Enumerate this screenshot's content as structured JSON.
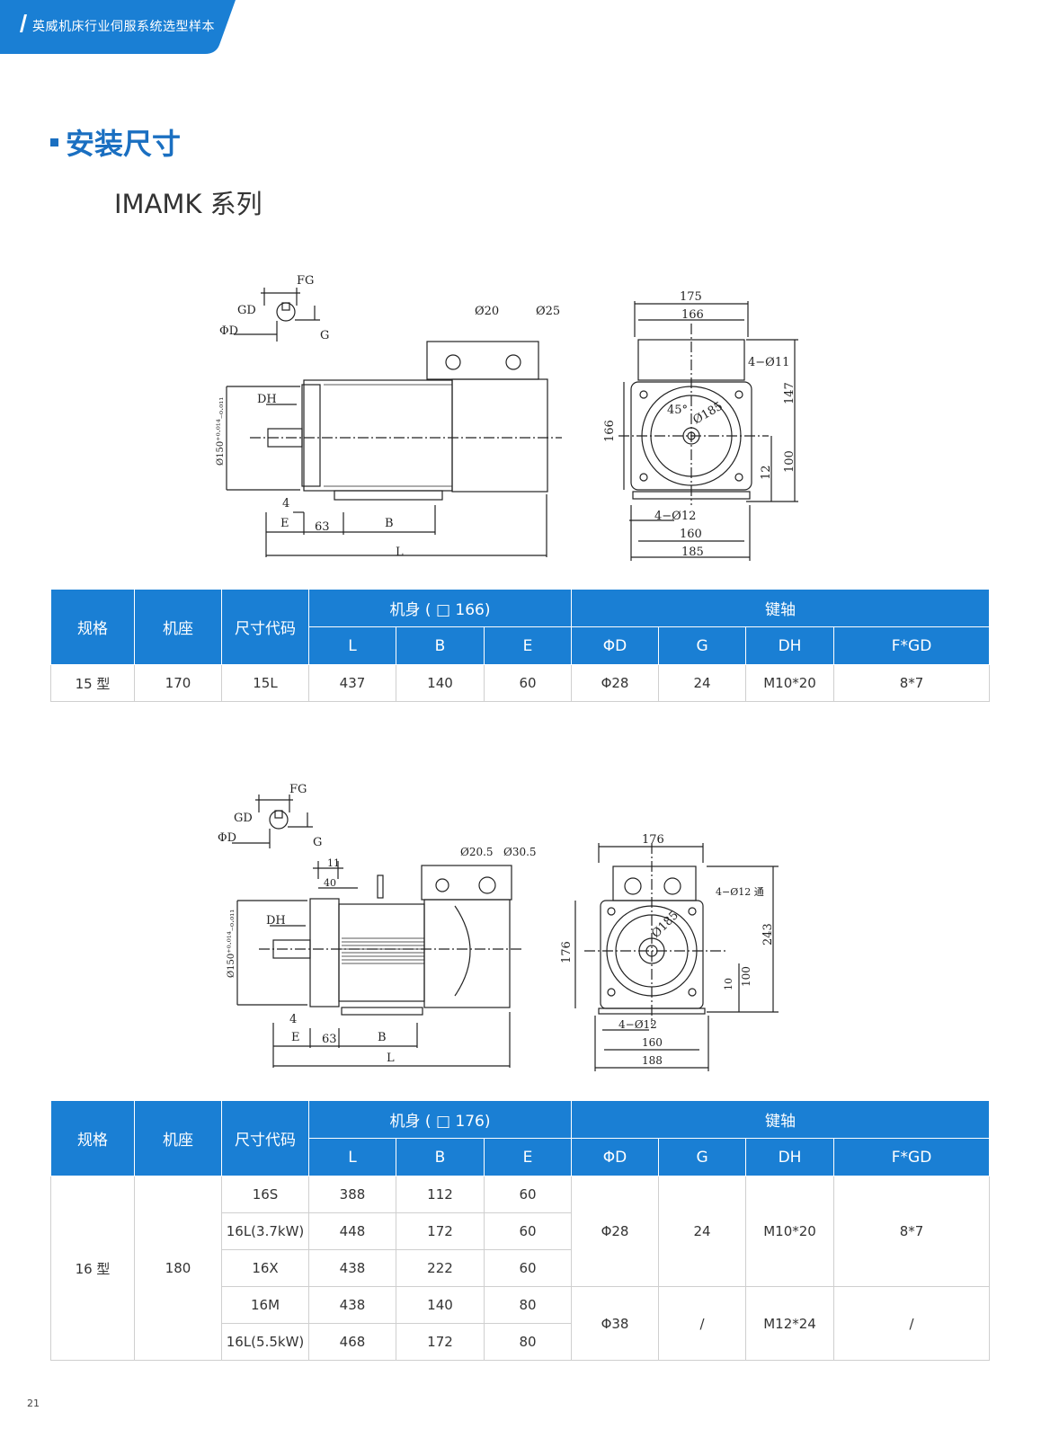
{
  "header": {
    "text": "英威机床行业伺服系统选型样本",
    "color": "#1a7fd4"
  },
  "section": {
    "title": "安装尺寸",
    "subtitle": "IMAMK 系列"
  },
  "drawing1": {
    "labels": {
      "fg": "FG",
      "gd": "GD",
      "d": "ΦD",
      "g": "G",
      "d20": "Ø20",
      "d25": "Ø25",
      "dh": "DH",
      "dia150": "Ø150⁺⁰·⁰¹⁴₋₀.₀₁₁",
      "four": "4",
      "e": "E",
      "b63": "63",
      "b": "B",
      "l": "L",
      "w175": "175",
      "w166": "166",
      "h4d11": "4−Ø11",
      "h147": "147",
      "angle45": "45°",
      "d185": "Ø185",
      "h166": "166",
      "h12": "12",
      "h100": "100",
      "b4d12": "4−Ø12",
      "w160": "160",
      "w185": "185"
    }
  },
  "drawing2": {
    "labels": {
      "fg": "FG",
      "gd": "GD",
      "d": "ΦD",
      "g": "G",
      "d205": "Ø20.5",
      "d305": "Ø30.5",
      "n11": "11",
      "n40": "40",
      "dh": "DH",
      "dia150": "Ø150⁺⁰·⁰¹⁴₋₀.₀₁₁",
      "four": "4",
      "e": "E",
      "b63": "63",
      "b": "B",
      "l": "L",
      "w176": "176",
      "h4d12": "4−Ø12 通",
      "h243": "243",
      "d185": "Ø185",
      "h176": "176",
      "h10": "10",
      "h100": "100",
      "b4d12": "4−Ø12",
      "w160": "160",
      "w188": "188"
    }
  },
  "table1": {
    "head": {
      "spec": "规格",
      "base": "机座",
      "code": "尺寸代码",
      "body": "机身 ( □ 166)",
      "shaft": "键轴",
      "L": "L",
      "B": "B",
      "E": "E",
      "phiD": "ΦD",
      "G": "G",
      "DH": "DH",
      "FGD": "F*GD"
    },
    "row": {
      "spec": "15 型",
      "base": "170",
      "code": "15L",
      "L": "437",
      "B": "140",
      "E": "60",
      "phiD": "Φ28",
      "G": "24",
      "DH": "M10*20",
      "FGD": "8*7"
    }
  },
  "table2": {
    "head": {
      "spec": "规格",
      "base": "机座",
      "code": "尺寸代码",
      "body": "机身 ( □ 176)",
      "shaft": "键轴",
      "L": "L",
      "B": "B",
      "E": "E",
      "phiD": "ΦD",
      "G": "G",
      "DH": "DH",
      "FGD": "F*GD"
    },
    "spec": "16 型",
    "base": "180",
    "rows": [
      {
        "code": "16S",
        "L": "388",
        "B": "112",
        "E": "60"
      },
      {
        "code": "16L(3.7kW)",
        "L": "448",
        "B": "172",
        "E": "60"
      },
      {
        "code": "16X",
        "L": "438",
        "B": "222",
        "E": "60"
      },
      {
        "code": "16M",
        "L": "438",
        "B": "140",
        "E": "80"
      },
      {
        "code": "16L(5.5kW)",
        "L": "468",
        "B": "172",
        "E": "80"
      }
    ],
    "shaftA": {
      "phiD": "Φ28",
      "G": "24",
      "DH": "M10*20",
      "FGD": "8*7"
    },
    "shaftB": {
      "phiD": "Φ38",
      "G": "/",
      "DH": "M12*24",
      "FGD": "/"
    }
  },
  "page_number": "21"
}
